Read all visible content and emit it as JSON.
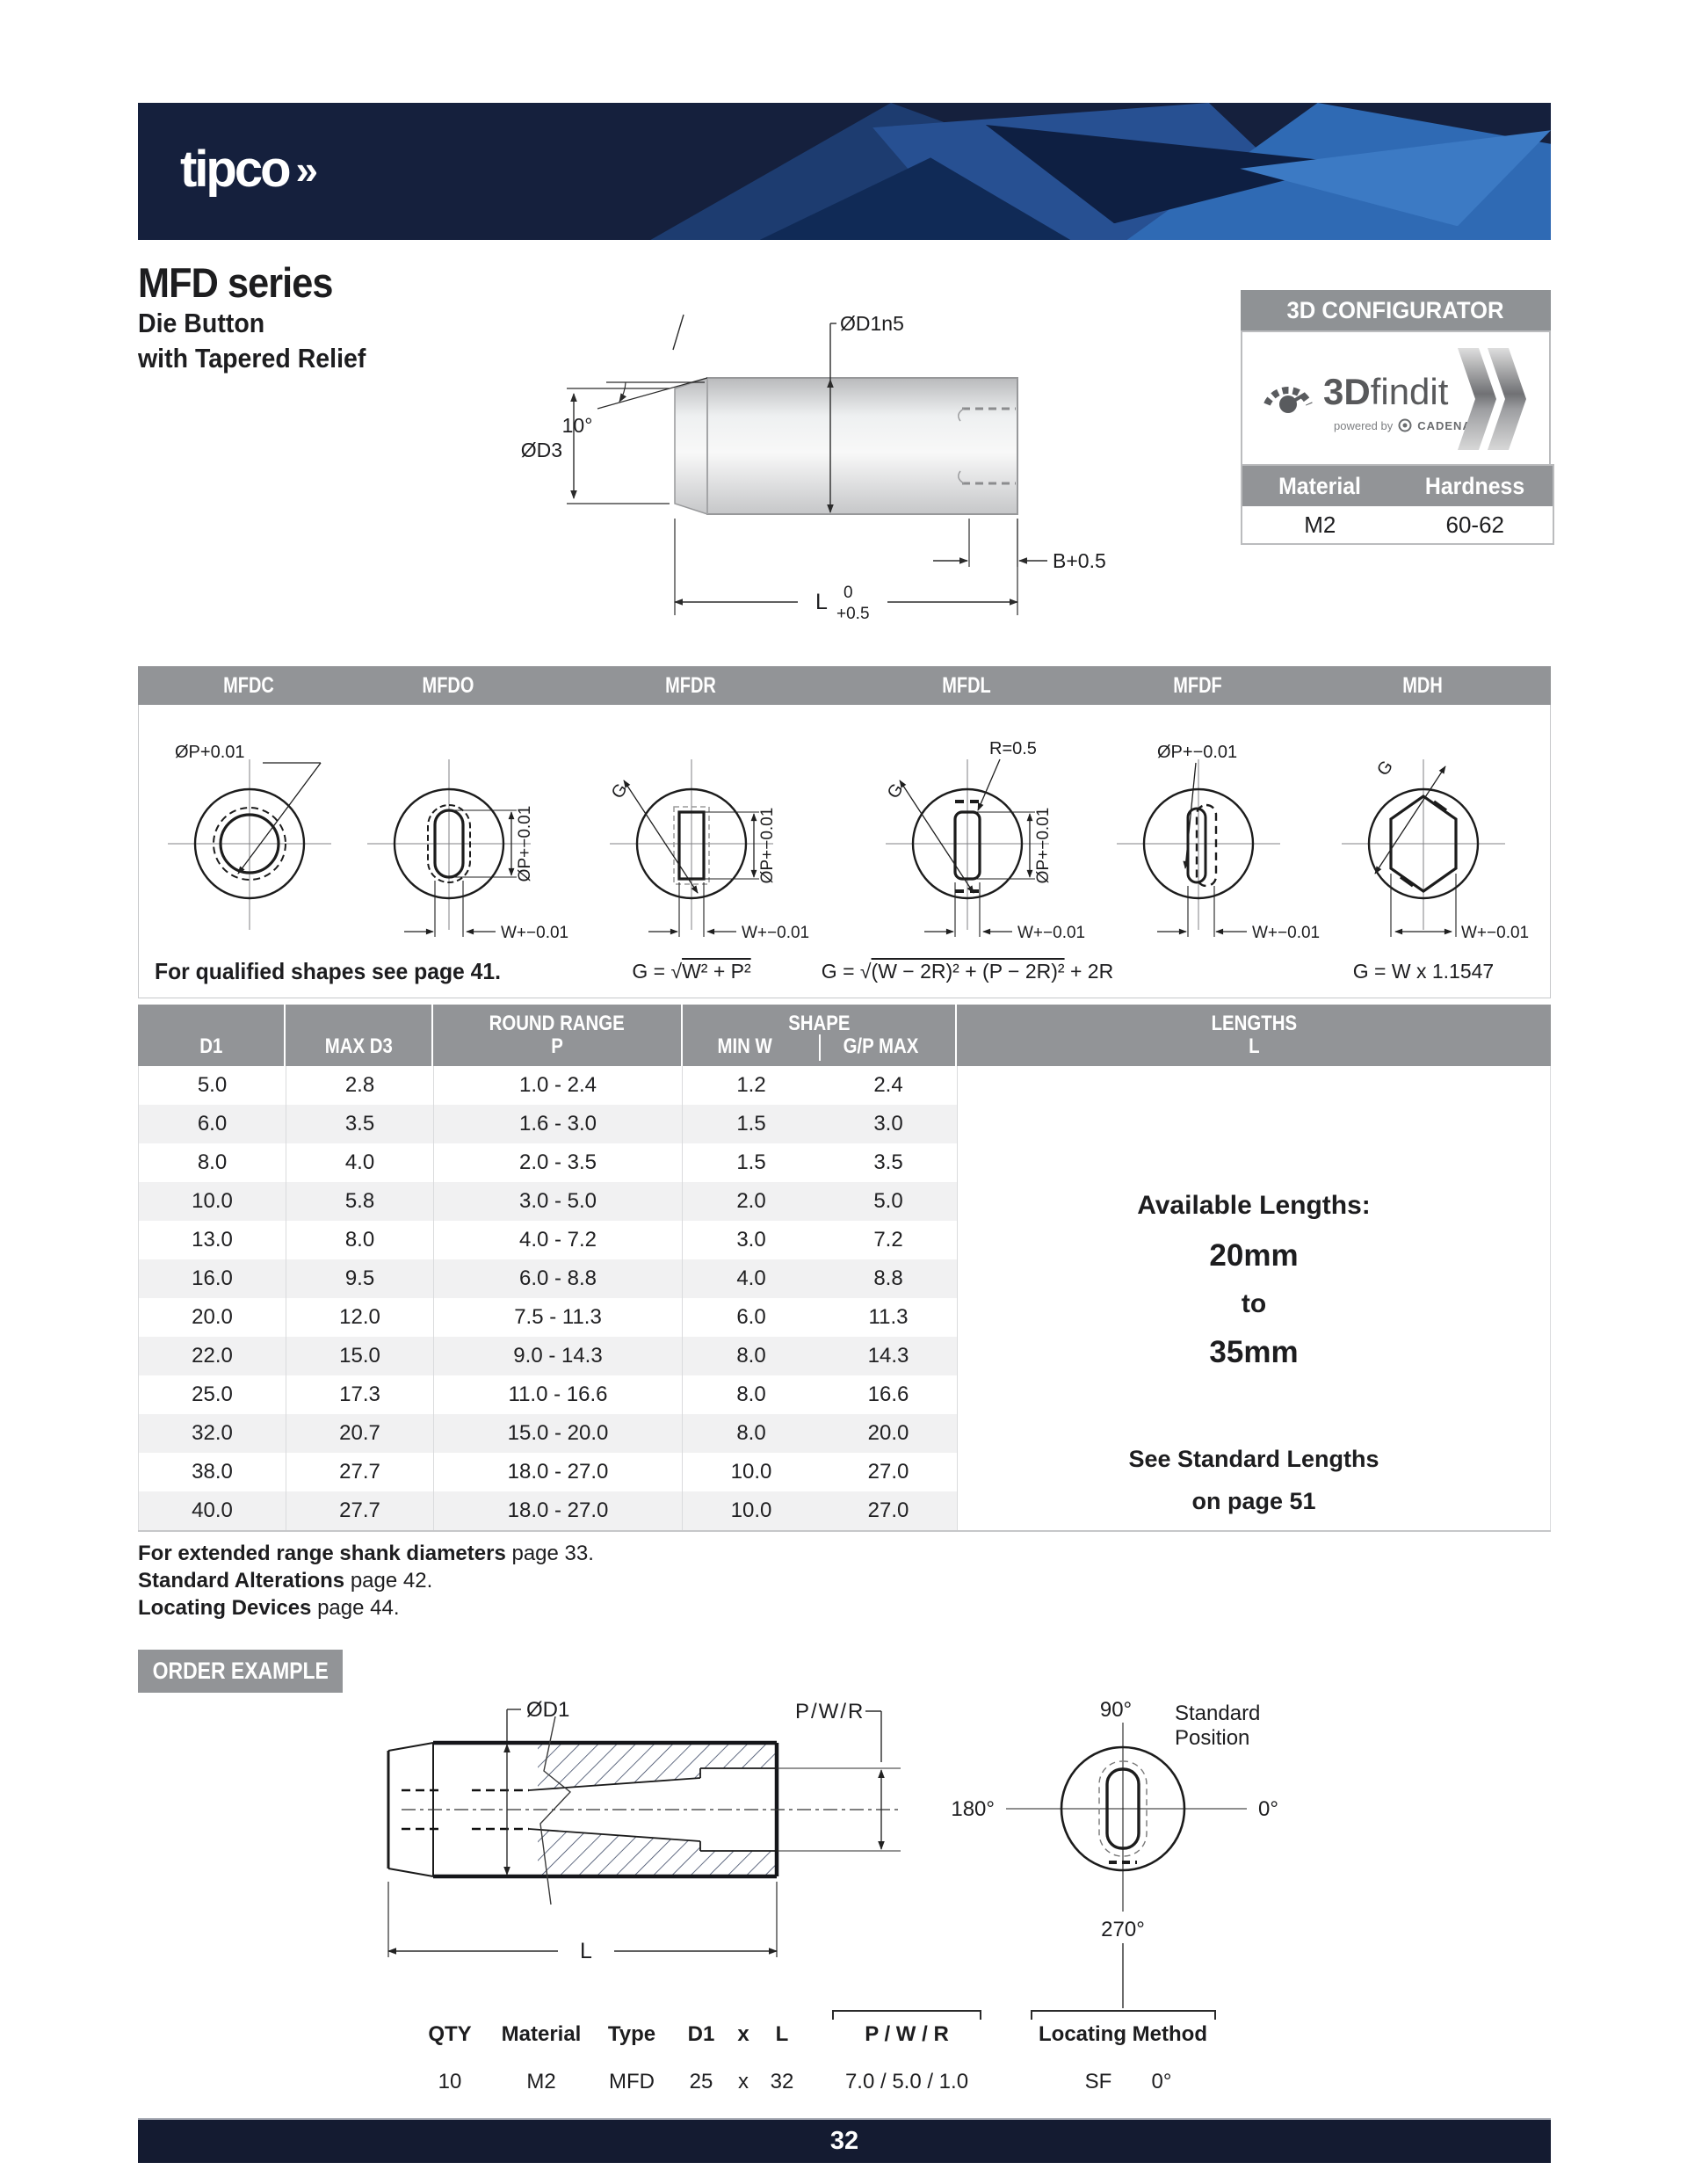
{
  "brand": {
    "logo": "tipco",
    "chevrons": "»"
  },
  "title": {
    "series": "MFD series",
    "sub1": "Die Button",
    "sub2": "with Tapered Relief"
  },
  "main_drawing": {
    "d1": "ØD1n5",
    "angle": "10°",
    "d3": "ØD3",
    "b": "B+0.5",
    "l": "L",
    "tol_top": "0",
    "tol_bot": "+0.5"
  },
  "configurator": {
    "title": "3D CONFIGURATOR",
    "logo_3d": "3D",
    "logo_findit": "findit",
    "powered": "powered by",
    "cadenas": "CADENAS"
  },
  "material_table": {
    "col1": "Material",
    "col2": "Hardness",
    "material": "M2",
    "hardness": "60-62"
  },
  "shapes": {
    "variants": [
      "MFDC",
      "MFDO",
      "MFDR",
      "MFDL",
      "MFDF",
      "MDH"
    ],
    "note": "For qualified shapes see page 41.",
    "labels": {
      "mfdc_p": "ØP+0.01",
      "p_tol": "ØP+−0.01",
      "w_tol": "W+−0.01",
      "g": "G",
      "r": "R=0.5"
    },
    "formulas": {
      "sqrt": "√",
      "f1_pre": "G = ",
      "f1_root": "W² + P²",
      "f2_pre": "G = ",
      "f2_root": "(W − 2R)² + (P − 2R)²",
      "f2_tail": " + 2R",
      "f3": "G = W x 1.1547"
    }
  },
  "size_table": {
    "headers": {
      "d1": "D1",
      "max_d3": "MAX D3",
      "round_range": "ROUND RANGE",
      "p": "P",
      "shape": "SHAPE",
      "min_w": "MIN W",
      "gp_max": "G/P MAX",
      "lengths": "LENGTHS",
      "l": "L"
    },
    "rows": [
      [
        "5.0",
        "2.8",
        "1.0 - 2.4",
        "1.2",
        "2.4"
      ],
      [
        "6.0",
        "3.5",
        "1.6 - 3.0",
        "1.5",
        "3.0"
      ],
      [
        "8.0",
        "4.0",
        "2.0 - 3.5",
        "1.5",
        "3.5"
      ],
      [
        "10.0",
        "5.8",
        "3.0 - 5.0",
        "2.0",
        "5.0"
      ],
      [
        "13.0",
        "8.0",
        "4.0 - 7.2",
        "3.0",
        "7.2"
      ],
      [
        "16.0",
        "9.5",
        "6.0 - 8.8",
        "4.0",
        "8.8"
      ],
      [
        "20.0",
        "12.0",
        "7.5 - 11.3",
        "6.0",
        "11.3"
      ],
      [
        "22.0",
        "15.0",
        "9.0 - 14.3",
        "8.0",
        "14.3"
      ],
      [
        "25.0",
        "17.3",
        "11.0 - 16.6",
        "8.0",
        "16.6"
      ],
      [
        "32.0",
        "20.7",
        "15.0 - 20.0",
        "8.0",
        "20.0"
      ],
      [
        "38.0",
        "27.7",
        "18.0 - 27.0",
        "10.0",
        "27.0"
      ],
      [
        "40.0",
        "27.7",
        "18.0 - 27.0",
        "10.0",
        "27.0"
      ]
    ],
    "lengths_info": {
      "title": "Available Lengths:",
      "from": "20mm",
      "to": "to",
      "max": "35mm",
      "see1": "See Standard Lengths",
      "see2": "on page 51"
    }
  },
  "footnotes": [
    {
      "bold": "For extended range shank diameters",
      "rest": " page 33."
    },
    {
      "bold": "Standard Alterations",
      "rest": " page 42."
    },
    {
      "bold": "Locating Devices",
      "rest": " page 44."
    }
  ],
  "order_example": {
    "label": "ORDER EXAMPLE",
    "drawing": {
      "d1": "ØD1",
      "pwr": "P/W/R",
      "l": "L",
      "deg90": "90°",
      "deg180": "180°",
      "deg0": "0°",
      "deg270": "270°",
      "std1": "Standard",
      "std2": "Position"
    },
    "headers": {
      "qty": "QTY",
      "material": "Material",
      "type": "Type",
      "d1": "D1",
      "x": "x",
      "l": "L",
      "pwr": "P / W / R",
      "locating": "Locating Method"
    },
    "values": {
      "qty": "10",
      "material": "M2",
      "type": "MFD",
      "d1": "25",
      "x": "x",
      "l": "32",
      "pwr": "7.0 / 5.0 / 1.0",
      "sf": "SF",
      "deg": "0°"
    }
  },
  "footer": {
    "page": "32"
  }
}
